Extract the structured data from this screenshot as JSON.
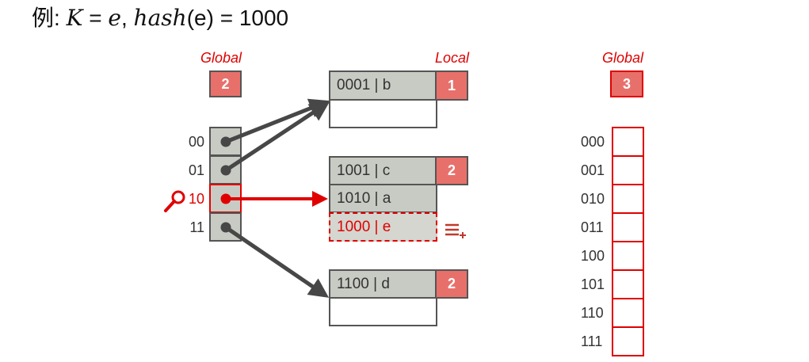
{
  "header": {
    "prefix": "例:",
    "expr_K": "K",
    "eq1": " = ",
    "expr_e": "e",
    "comma": ", ",
    "expr_hash": "hash",
    "paren_arg": "(e)",
    "eq2": " = ",
    "hash_value": "1000"
  },
  "left_directory": {
    "label": "Global",
    "global_depth": "2",
    "indices": [
      "00",
      "01",
      "10",
      "11"
    ],
    "search_index": "10"
  },
  "buckets": {
    "local_label": "Local",
    "bucket1": {
      "entries": [
        "0001 | b"
      ],
      "local_depth": "1"
    },
    "bucket2": {
      "entries": [
        "1001 | c",
        "1010 | a"
      ],
      "new_entry": "1000 | e",
      "local_depth": "2"
    },
    "bucket3": {
      "entries": [
        "1100 | d"
      ],
      "local_depth": "2"
    }
  },
  "right_directory": {
    "label": "Global",
    "global_depth": "3",
    "indices": [
      "000",
      "001",
      "010",
      "011",
      "100",
      "101",
      "110",
      "111"
    ]
  },
  "colors": {
    "accent_red": "#e00000",
    "badge_fill": "#e8706b",
    "slot_fill": "#c8cbc3",
    "arrow_dark": "#474747"
  }
}
